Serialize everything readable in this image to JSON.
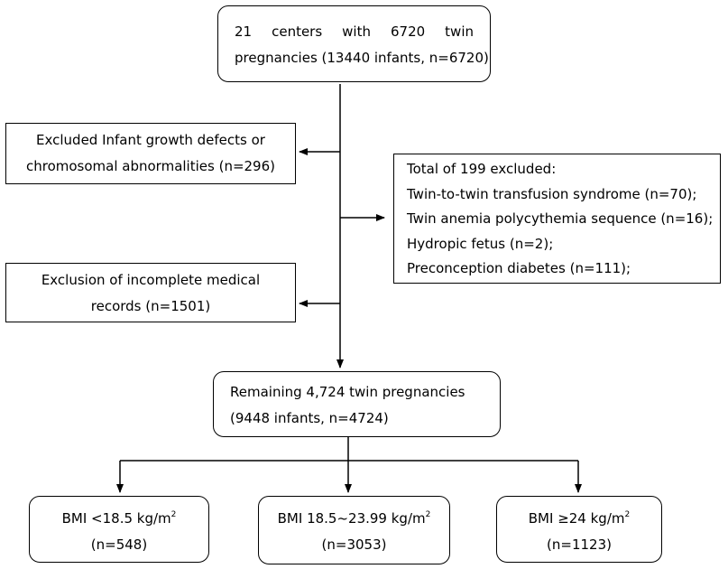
{
  "top_box": {
    "line1": "21 centers with 6720 twin",
    "line2": "pregnancies (13440 infants, n=6720)"
  },
  "excluded_defects": {
    "line1": "Excluded Infant growth defects or",
    "line2": "chromosomal abnormalities (n=296)"
  },
  "excluded_199": {
    "title": "Total of 199 excluded:",
    "items": [
      "Twin-to-twin transfusion syndrome (n=70);",
      "Twin anemia polycythemia sequence (n=16);",
      "Hydropic fetus (n=2);",
      "Preconception diabetes (n=111);"
    ]
  },
  "excluded_records": {
    "line1": "Exclusion of incomplete medical",
    "line2": "records (n=1501)"
  },
  "remaining": {
    "line1": "Remaining 4,724 twin pregnancies",
    "line2": "(9448 infants, n=4724)"
  },
  "groups": [
    {
      "label": "BMI <18.5 kg/m",
      "sup": "2",
      "n": "(n=548)"
    },
    {
      "label": "BMI 18.5~23.99 kg/m",
      "sup": "2",
      "n": "(n=3053)"
    },
    {
      "label": "BMI ≥24 kg/m",
      "sup": "2",
      "n": "(n=1123)"
    }
  ]
}
